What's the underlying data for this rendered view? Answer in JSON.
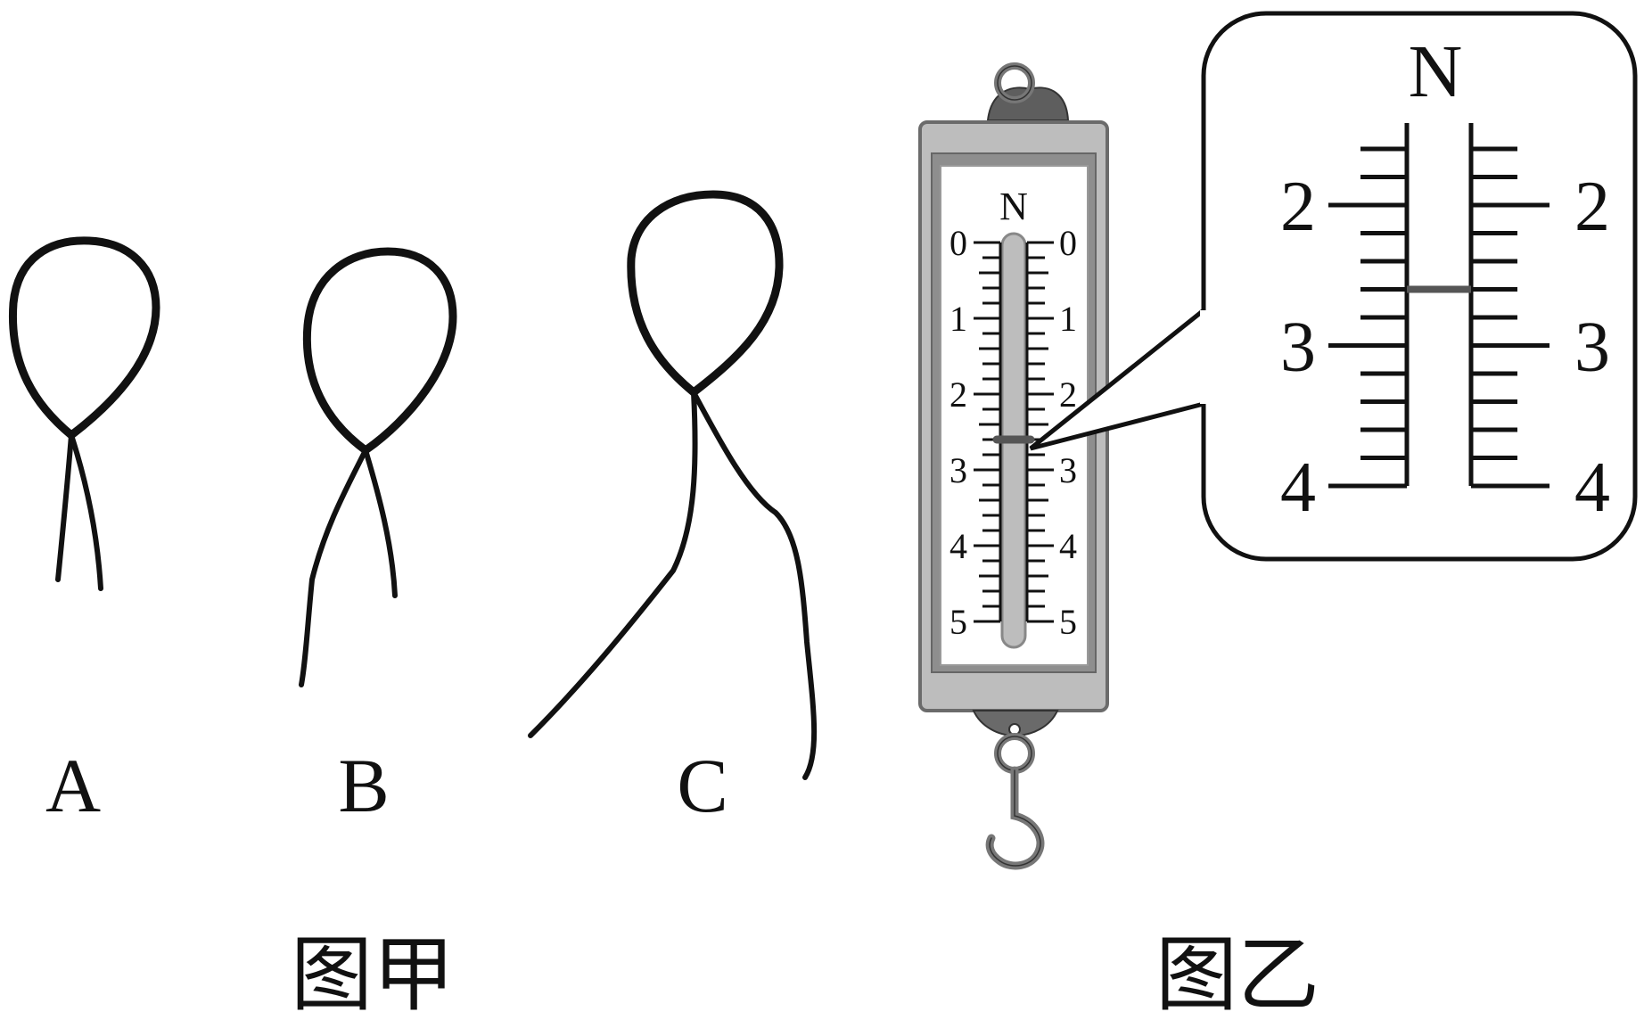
{
  "figure_jia": {
    "caption": "图甲",
    "loops": [
      {
        "label": "A"
      },
      {
        "label": "B"
      },
      {
        "label": "C"
      }
    ]
  },
  "figure_yi": {
    "caption": "图乙",
    "scale_unit": "N",
    "scale_labels_left": [
      "0",
      "1",
      "2",
      "3",
      "4",
      "5"
    ],
    "scale_labels_right": [
      "0",
      "1",
      "2",
      "3",
      "4",
      "5"
    ],
    "scale_range_n": [
      0,
      5
    ],
    "minor_divisions_per_newton": 5,
    "pointer_reading_n": 2.6,
    "zoom": {
      "unit": "N",
      "labels_left": [
        "2",
        "3",
        "4"
      ],
      "labels_right": [
        "2",
        "3",
        "4"
      ],
      "range_n": [
        2,
        4
      ]
    }
  }
}
